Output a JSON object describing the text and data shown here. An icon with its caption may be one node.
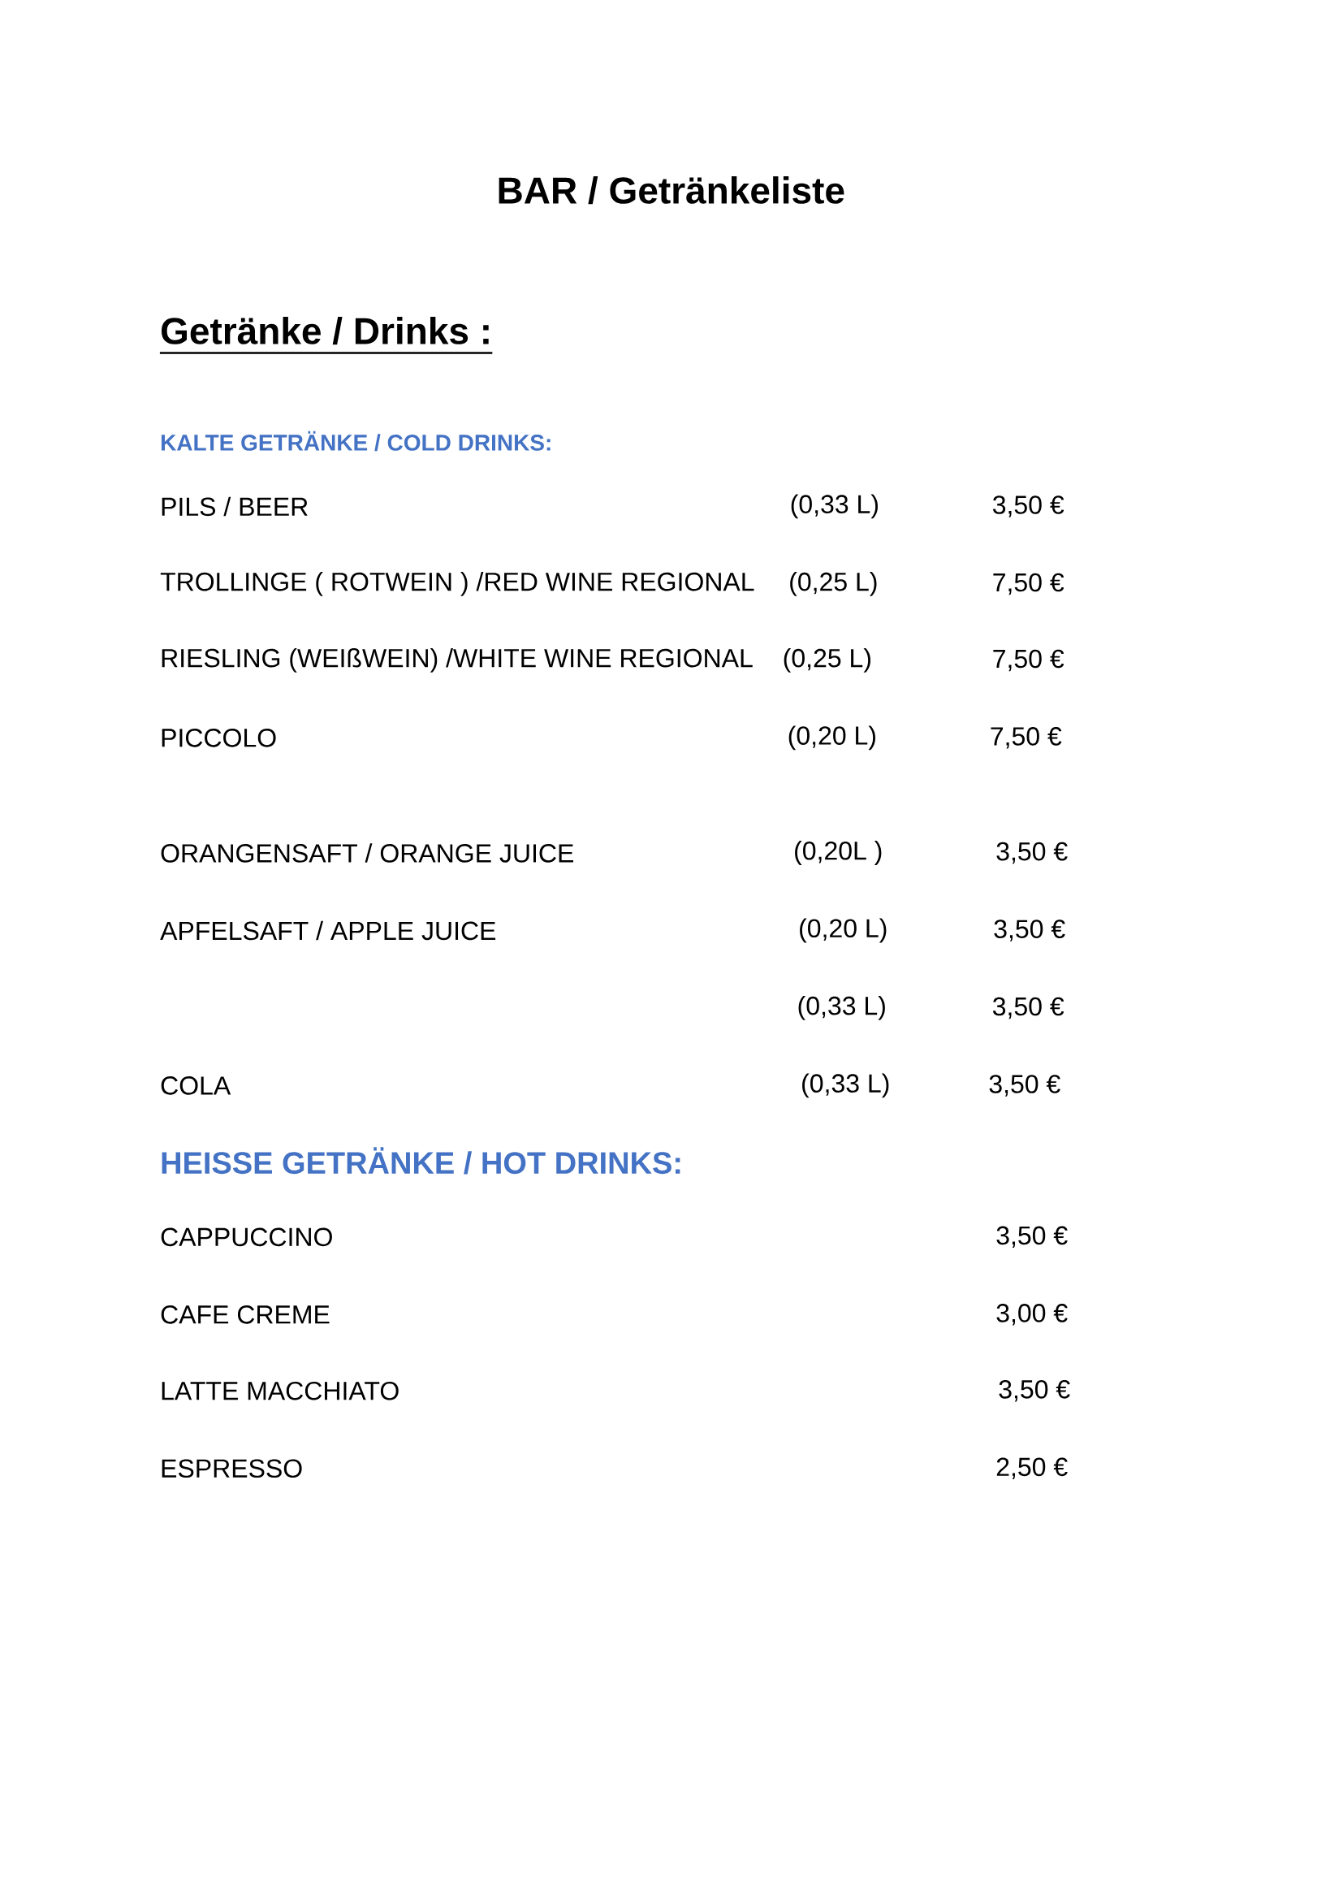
{
  "diagram": {
    "title": "BAR / Getränkeliste",
    "labels": [
      "Getränke / Drinks  :",
      "KALTE GETRÄNKE / COLD DRINKS:",
      "PILS /      BEER",
      "(0,33 L)",
      "3,50 €",
      "TROLLINGE ( ROTWEIN ) /RED WINE REGIONAL",
      "(0,25 L)",
      "7,50 €",
      "RIESLING (WEIßWEIN) /WHITE WINE REGIONAL",
      "(0,25 L)",
      "7,50 €",
      "PICCOLO",
      "(0,20 L)",
      "7,50 €",
      "ORANGENSAFT / ORANGE JUICE",
      "(0,20L )",
      "3,50 €",
      "APFELSAFT / APPLE JUICE",
      "(0,20 L)",
      "3,50 €",
      "(0,33 L)",
      "3,50 €",
      "COLA",
      "(0,33 L)",
      "3,50 €",
      "HEISSE GETRÄNKE / HOT DRINKS:",
      "CAPPUCCINO",
      "3,50 €",
      "CAFE CREME",
      "3,00 €",
      "LATTE MACCHIATO",
      "3,50 €",
      "ESPRESSO",
      "2,50 €"
    ]
  }
}
